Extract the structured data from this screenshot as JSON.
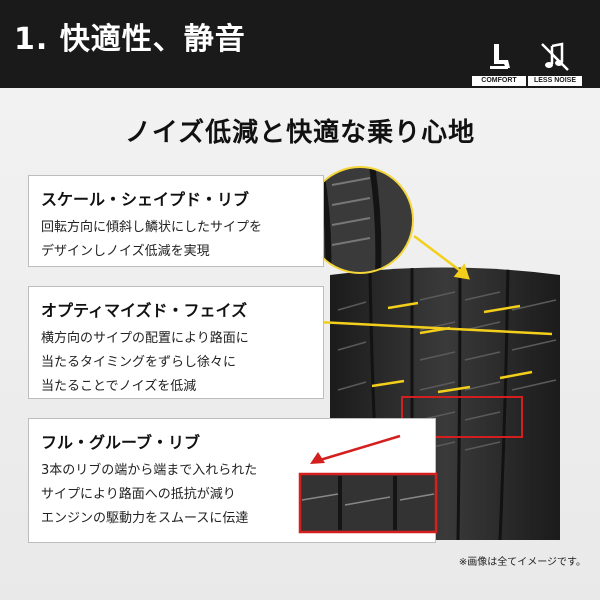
{
  "header": {
    "title": "1. 快適性、静音",
    "badges": [
      {
        "label": "COMFORT",
        "icon": "seat-icon"
      },
      {
        "label": "LESS NOISE",
        "icon": "muted-note-icon"
      }
    ]
  },
  "subtitle": "ノイズ低減と快適な乗り心地",
  "features": [
    {
      "title": "スケール・シェイプド・リブ",
      "lines": [
        "回転方向に傾斜し鱗状にしたサイプを",
        "デザインしノイズ低減を実現"
      ]
    },
    {
      "title": "オプティマイズド・フェイズ",
      "lines": [
        "横方向のサイプの配置により路面に",
        "当たるタイミングをずらし徐々に",
        "当たることでノイズを低減"
      ]
    },
    {
      "title": "フル・グルーブ・リブ",
      "lines": [
        "3本のリブの端から端まで入れられた",
        "サイプにより路面への抵抗が減り",
        "エンジンの駆動力をスムースに伝達"
      ]
    }
  ],
  "footnote": "※画像は全てイメージです。",
  "colors": {
    "header_bg": "#1a1a1a",
    "arrow_yellow": "#f3cf1c",
    "arrow_red": "#d41f1f",
    "tire_dark": "#2a2a2a"
  }
}
